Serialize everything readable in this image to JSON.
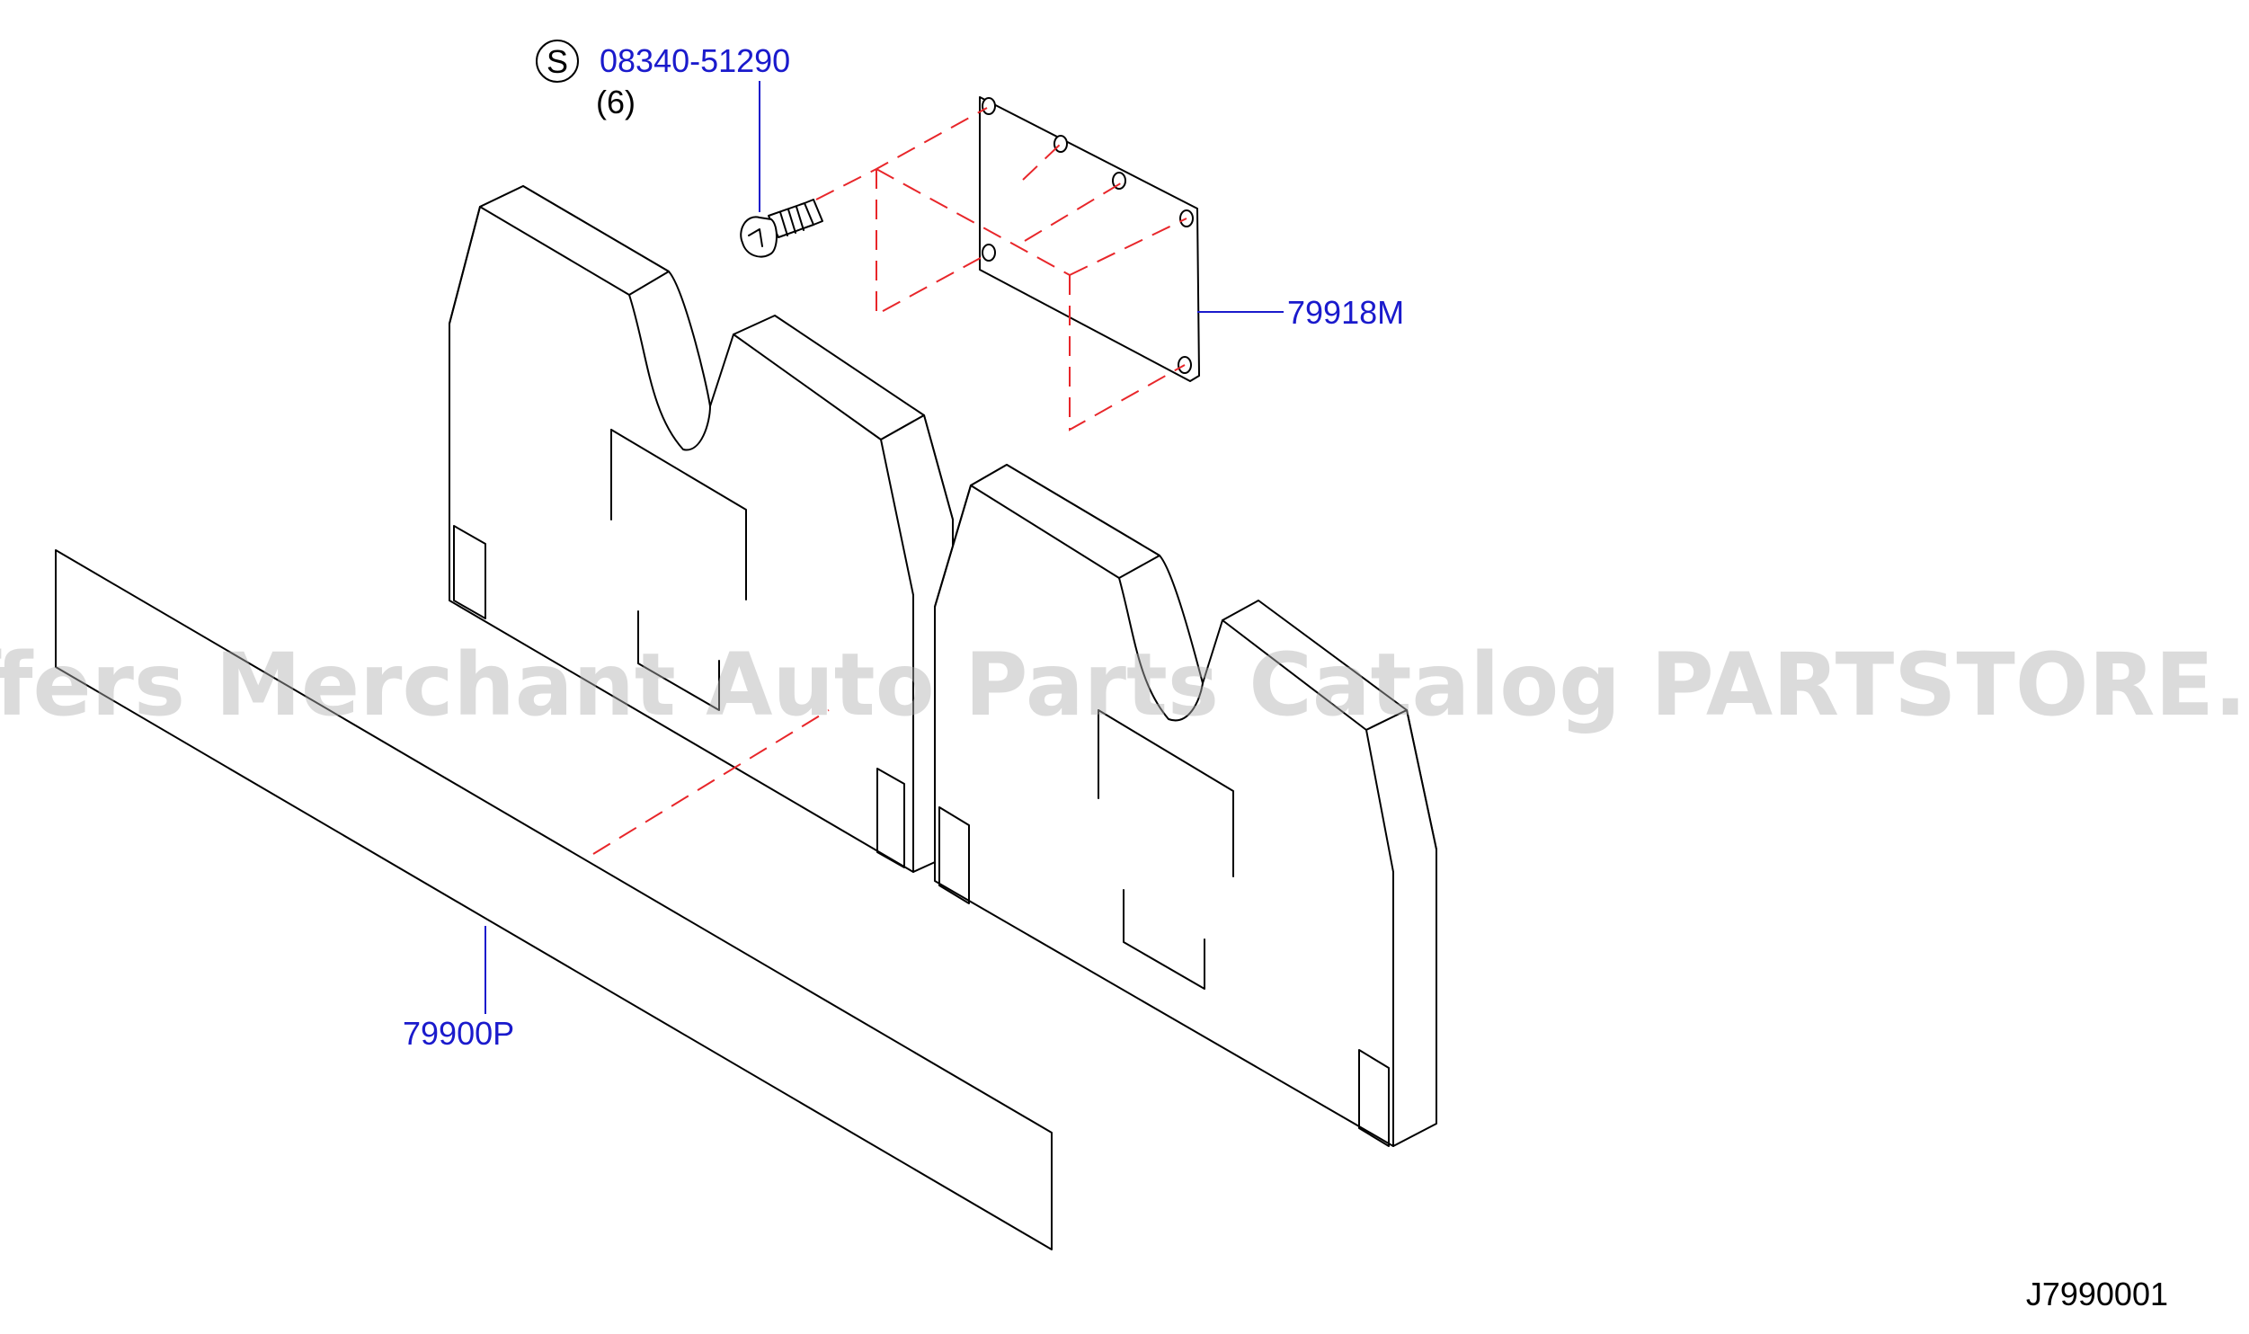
{
  "diagram": {
    "watermark": "Offers Merchant Auto Parts Catalog PARTSTORE.SA",
    "figure_code": "J7990001",
    "standard_part": {
      "symbol": "S",
      "part_number": "08340-51290",
      "quantity": "(6)"
    },
    "callouts": [
      {
        "part_number": "79918M"
      },
      {
        "part_number": "79900P"
      }
    ],
    "colors": {
      "callout_text": "#1a1acc",
      "phantom_line": "#e8262a",
      "outline": "#000000",
      "watermark": "#b0b0b0"
    }
  }
}
